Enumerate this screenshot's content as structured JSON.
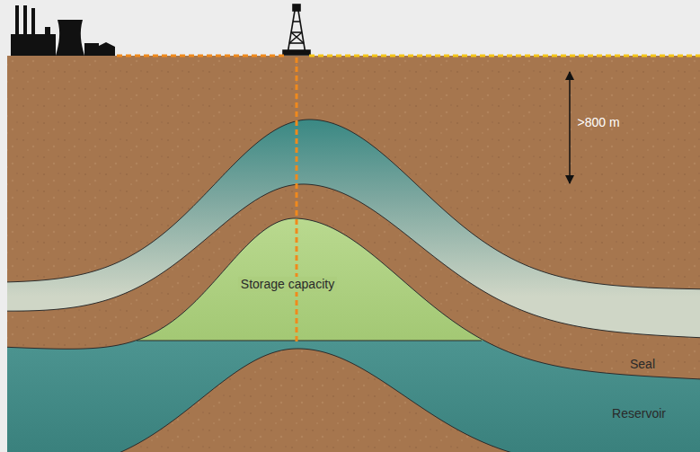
{
  "diagram": {
    "labels": [
      ">800 m",
      "Storage capacity",
      "Seal",
      "Reservoir"
    ]
  }
}
